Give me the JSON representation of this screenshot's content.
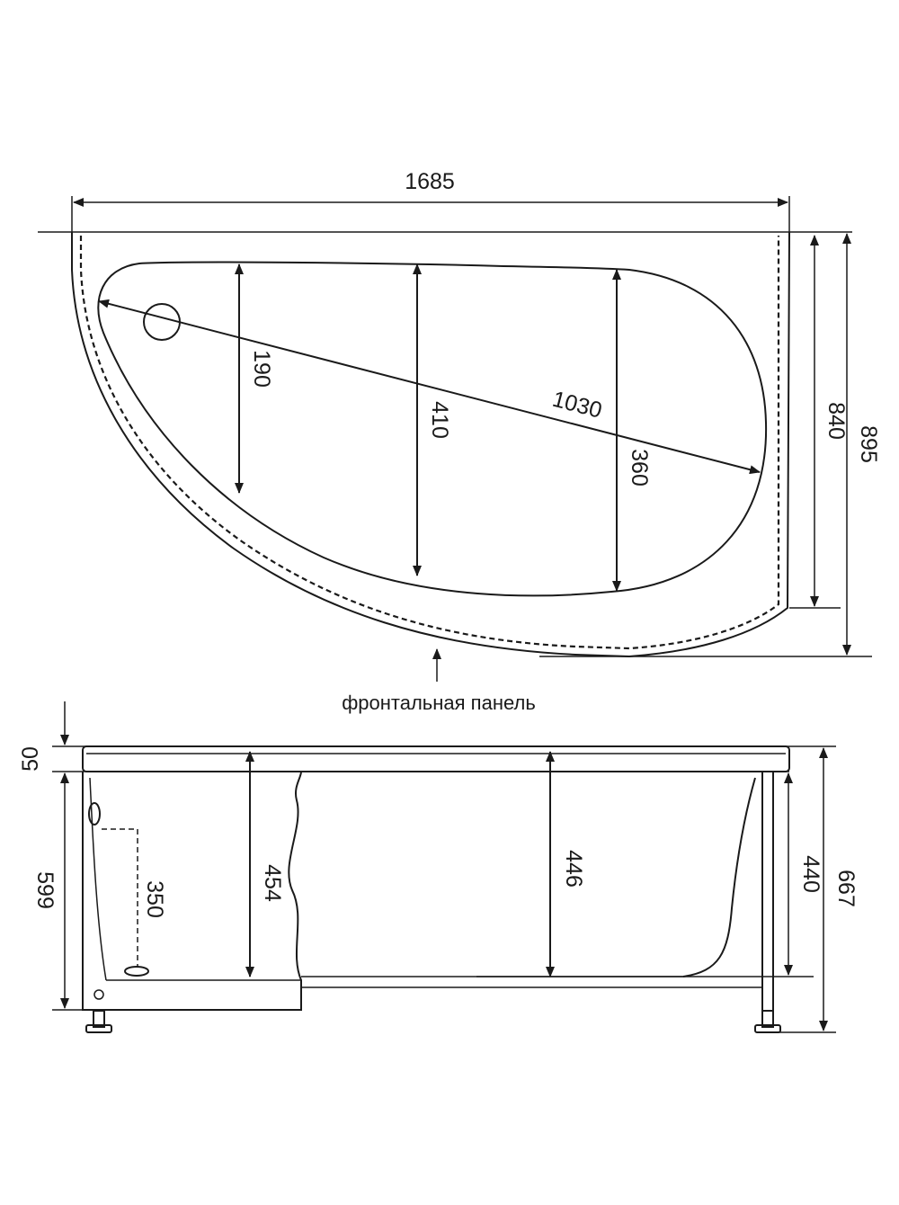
{
  "top_view": {
    "overall_length": "1685",
    "overall_depth": "895",
    "side_depth": "840",
    "diagonal_length": "1030",
    "width_narrow": "190",
    "width_middle": "410",
    "width_wide": "360",
    "front_panel_label": "фронтальная панель"
  },
  "side_view": {
    "rim_height": "50",
    "left_height": "599",
    "overflow_to_drain": "350",
    "depth_left": "454",
    "depth_center": "446",
    "right_depth": "440",
    "total_height": "667"
  }
}
